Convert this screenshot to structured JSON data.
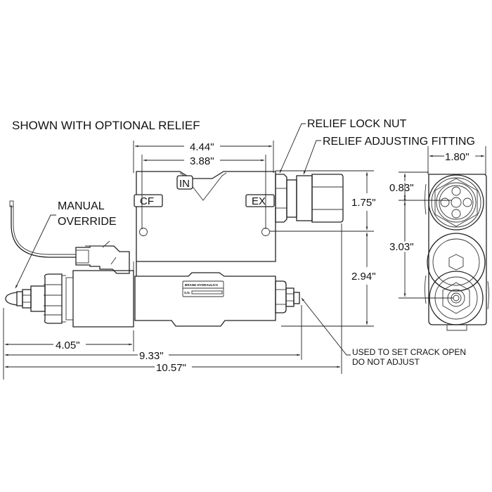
{
  "title": "SHOWN WITH OPTIONAL RELIEF",
  "callouts": {
    "manual_override_line1": "MANUAL",
    "manual_override_line2": "OVERRIDE",
    "relief_lock_nut": "RELIEF LOCK NUT",
    "relief_adjusting_fitting": "RELIEF ADJUSTING FITTING",
    "crack_open_line1": "USED TO SET CRACK OPEN",
    "crack_open_line2": "DO NOT ADJUST"
  },
  "ports": {
    "inlet": "IN",
    "cf": "CF",
    "ex": "EX"
  },
  "nameplate": {
    "brand": "BRAND HYDRAULICS",
    "serial_label": "S.N."
  },
  "dimensions": {
    "overall_body_width": "4.44\"",
    "port_spacing": "3.88\"",
    "top_to_port": "1.75\"",
    "port_to_bottom": "2.94\"",
    "side_width": "1.80\"",
    "side_top_to_center": "0.83\"",
    "side_center_to_relief": "3.03\"",
    "solenoid_length": "4.05\"",
    "length_to_relief_body": "9.33\"",
    "overall_length": "10.57\""
  },
  "colors": {
    "line": "#222222",
    "background": "#ffffff"
  }
}
